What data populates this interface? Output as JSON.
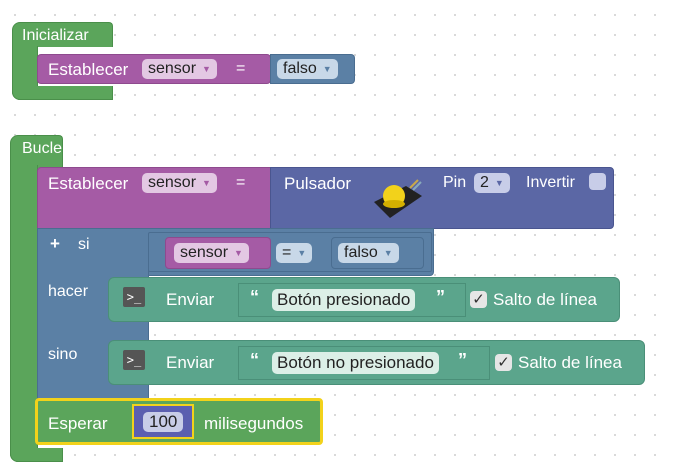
{
  "init": {
    "title": "Inicializar",
    "set_label": "Establecer",
    "variable": "sensor",
    "equals": "=",
    "value": "falso"
  },
  "loop": {
    "title": "Bucle",
    "set_label": "Establecer",
    "variable": "sensor",
    "equals": "=",
    "button": {
      "label": "Pulsador",
      "pin_label": "Pin",
      "pin": "2",
      "invert_label": "Invertir",
      "invert_checked": false
    },
    "if": {
      "plus": "+",
      "if_label": "si",
      "cond_var": "sensor",
      "operator": "=",
      "cond_value": "falso",
      "do_label": "hacer",
      "else_label": "sino"
    },
    "send1": {
      "label": "Enviar",
      "open_quote": "“",
      "close_quote": "”",
      "text": "Botón presionado",
      "check": "✓",
      "newline_label": "Salto de línea"
    },
    "send2": {
      "label": "Enviar",
      "open_quote": "“",
      "close_quote": "”",
      "text": "Botón no presionado",
      "check": "✓",
      "newline_label": "Salto de línea"
    },
    "wait": {
      "label": "Esperar",
      "value": "100",
      "unit": "milisegundos"
    }
  },
  "colors": {
    "green": "#5ba55b",
    "purple": "#a55ba5",
    "blue": "#5b80a5",
    "violet": "#5b67a5",
    "teal": "#5ba58c",
    "highlight": "#f2d21b"
  }
}
